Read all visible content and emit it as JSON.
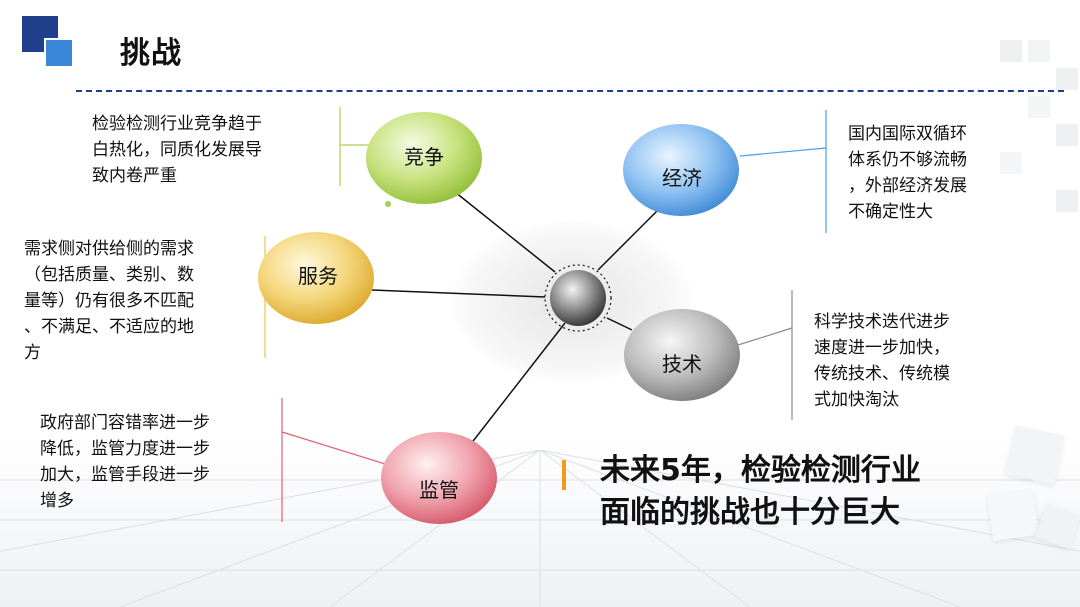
{
  "title": "挑战",
  "nodes": {
    "competition": "竞争",
    "economy": "经济",
    "service": "服务",
    "technology": "技术",
    "regulation": "监管"
  },
  "descriptions": {
    "competition": [
      "检验检测行业竞争趋于",
      "白热化，同质化发展导",
      "致内卷严重"
    ],
    "economy": [
      "国内国际双循环",
      "体系仍不够流畅",
      "，外部经济发展",
      "不确定性大"
    ],
    "service": [
      "需求侧对供给侧的需求",
      "（包括质量、类别、数",
      "量等）仍有很多不匹配",
      "、不满足、不适应的地",
      "方"
    ],
    "technology": [
      "科学技术迭代进步",
      "速度进一步加快，",
      "传统技术、传统模",
      "式加快淘汰"
    ],
    "regulation": [
      "政府部门容错率进一步",
      "降低，监管力度进一步",
      "加大，监管手段进一步",
      "增多"
    ]
  },
  "conclusion": [
    "未来5年，检验检测行业",
    "面临的挑战也十分巨大"
  ],
  "colors": {
    "accent_dark": "#1f3f8c",
    "accent_light": "#3a86d8",
    "green": "#a6d14a",
    "blue": "#4a9fe6",
    "yellow": "#f0c34a",
    "gray": "#8c8c8c",
    "red": "#e06272",
    "orange": "#f39a1e"
  }
}
